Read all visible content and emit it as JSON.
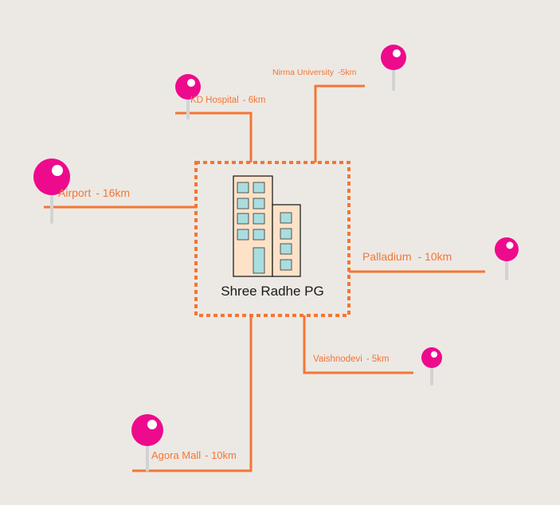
{
  "center": {
    "name": "Shree Radhe PG"
  },
  "colors": {
    "background": "#ece9e4",
    "route": "#f47535",
    "pin_head": "#ee0a8c",
    "pin_needle": "#d3d3d3",
    "building_fill": "#fde2c8",
    "window_fill": "#a9dde0"
  },
  "destinations": [
    {
      "key": "nirma",
      "name": "Nirma University",
      "distance": "-5km"
    },
    {
      "key": "kd",
      "name": "KD Hospital",
      "distance": "- 6km"
    },
    {
      "key": "airport",
      "name": "Airport",
      "distance": "- 16km"
    },
    {
      "key": "palladium",
      "name": "Palladium",
      "distance": "- 10km"
    },
    {
      "key": "vaishnodevi",
      "name": "Vaishnodevi",
      "distance": "- 5km"
    },
    {
      "key": "agora",
      "name": "Agora Mall",
      "distance": "- 10km"
    }
  ]
}
